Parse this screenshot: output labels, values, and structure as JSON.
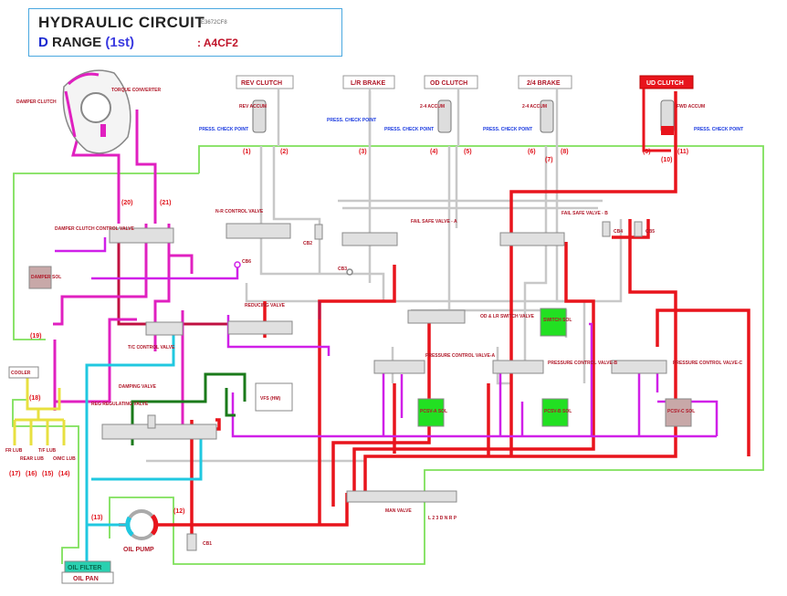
{
  "header": {
    "title": "HYDRAULIC CIRCUIT",
    "code": "E3672CF8",
    "range_letter": "D",
    "range_word": "RANGE",
    "gear": "(1st)",
    "model": ": A4CF2"
  },
  "colors": {
    "line_pressure": "#e8141c",
    "damper_clutch": "#e020c0",
    "reducing": "#d020e8",
    "suction": "#20c8e0",
    "lube": "#e8e040",
    "drain": "#7ee05a",
    "regulated": "#1a7a1a",
    "neutral": "#c8c8c8"
  },
  "clutches": [
    {
      "label": "REV CLUTCH",
      "engaged": false
    },
    {
      "label": "L/R BRAKE",
      "engaged": false
    },
    {
      "label": "OD CLUTCH",
      "engaged": false
    },
    {
      "label": "2/4 BRAKE",
      "engaged": false
    },
    {
      "label": "UD CLUTCH",
      "engaged": true
    }
  ],
  "accumulators": [
    "REV ACCUM",
    "2-4 ACCUM",
    "2-4 ACCUM",
    "FWD ACCUM"
  ],
  "check_points": [
    "PRESS. CHECK POINT",
    "PRESS. CHECK POINT",
    "PRESS. CHECK POINT",
    "PRESS. CHECK POINT",
    "PRESS. CHECK POINT"
  ],
  "ports": [
    "(1)",
    "(2)",
    "(3)",
    "(4)",
    "(5)",
    "(6)",
    "(7)",
    "(8)",
    "(9)",
    "(10)",
    "(11)",
    "(12)",
    "(13)",
    "(14)",
    "(15)",
    "(16)",
    "(17)",
    "(18)",
    "(19)",
    "(20)",
    "(21)"
  ],
  "torque_converter": {
    "label": "TORQUE CONVERTER",
    "damper": "DAMPER CLUTCH"
  },
  "valves": {
    "damper_clutch_control": "DAMPER CLUTCH CONTROL VALVE",
    "nr_control": "N-R CONTROL VALVE",
    "fail_safe_a": "FAIL SAFE VALVE - A",
    "fail_safe_b": "FAIL SAFE VALVE - B",
    "reducing": "REDUCING VALVE",
    "tc_control": "T/C CONTROL VALVE",
    "od_lr_switch": "OD & LR SWITCH VALVE",
    "pcv_a": "PRESSURE CONTROL VALVE-A",
    "pcv_b": "PRESSURE CONTROL VALVE-B",
    "pcv_c": "PRESSURE CONTROL VALVE-C",
    "damping": "DAMPING VALVE",
    "regulating": "REG REGULATING VALVE",
    "manual": "MAN VALVE"
  },
  "solenoids": {
    "damper": "DAMPER SOL",
    "switch": "SWITCH SOL",
    "pcsv_a": "PCSV-A SOL",
    "pcsv_b": "PCSV-B SOL",
    "pcsv_c": "PCSV-C SOL",
    "vfs": "VFS (HM)"
  },
  "check_balls": [
    "CB1",
    "CB2",
    "CB3",
    "CB4",
    "CB5",
    "CB6"
  ],
  "lube": {
    "cooler": "COOLER",
    "items": [
      "FR LUB",
      "REAR LUB",
      "T/F LUB",
      "O/MC LUB"
    ]
  },
  "manual_positions": "L 2 3 D N R P",
  "pump": {
    "label": "OIL PUMP",
    "filter": "OIL FILTER",
    "pan": "OIL PAN"
  }
}
